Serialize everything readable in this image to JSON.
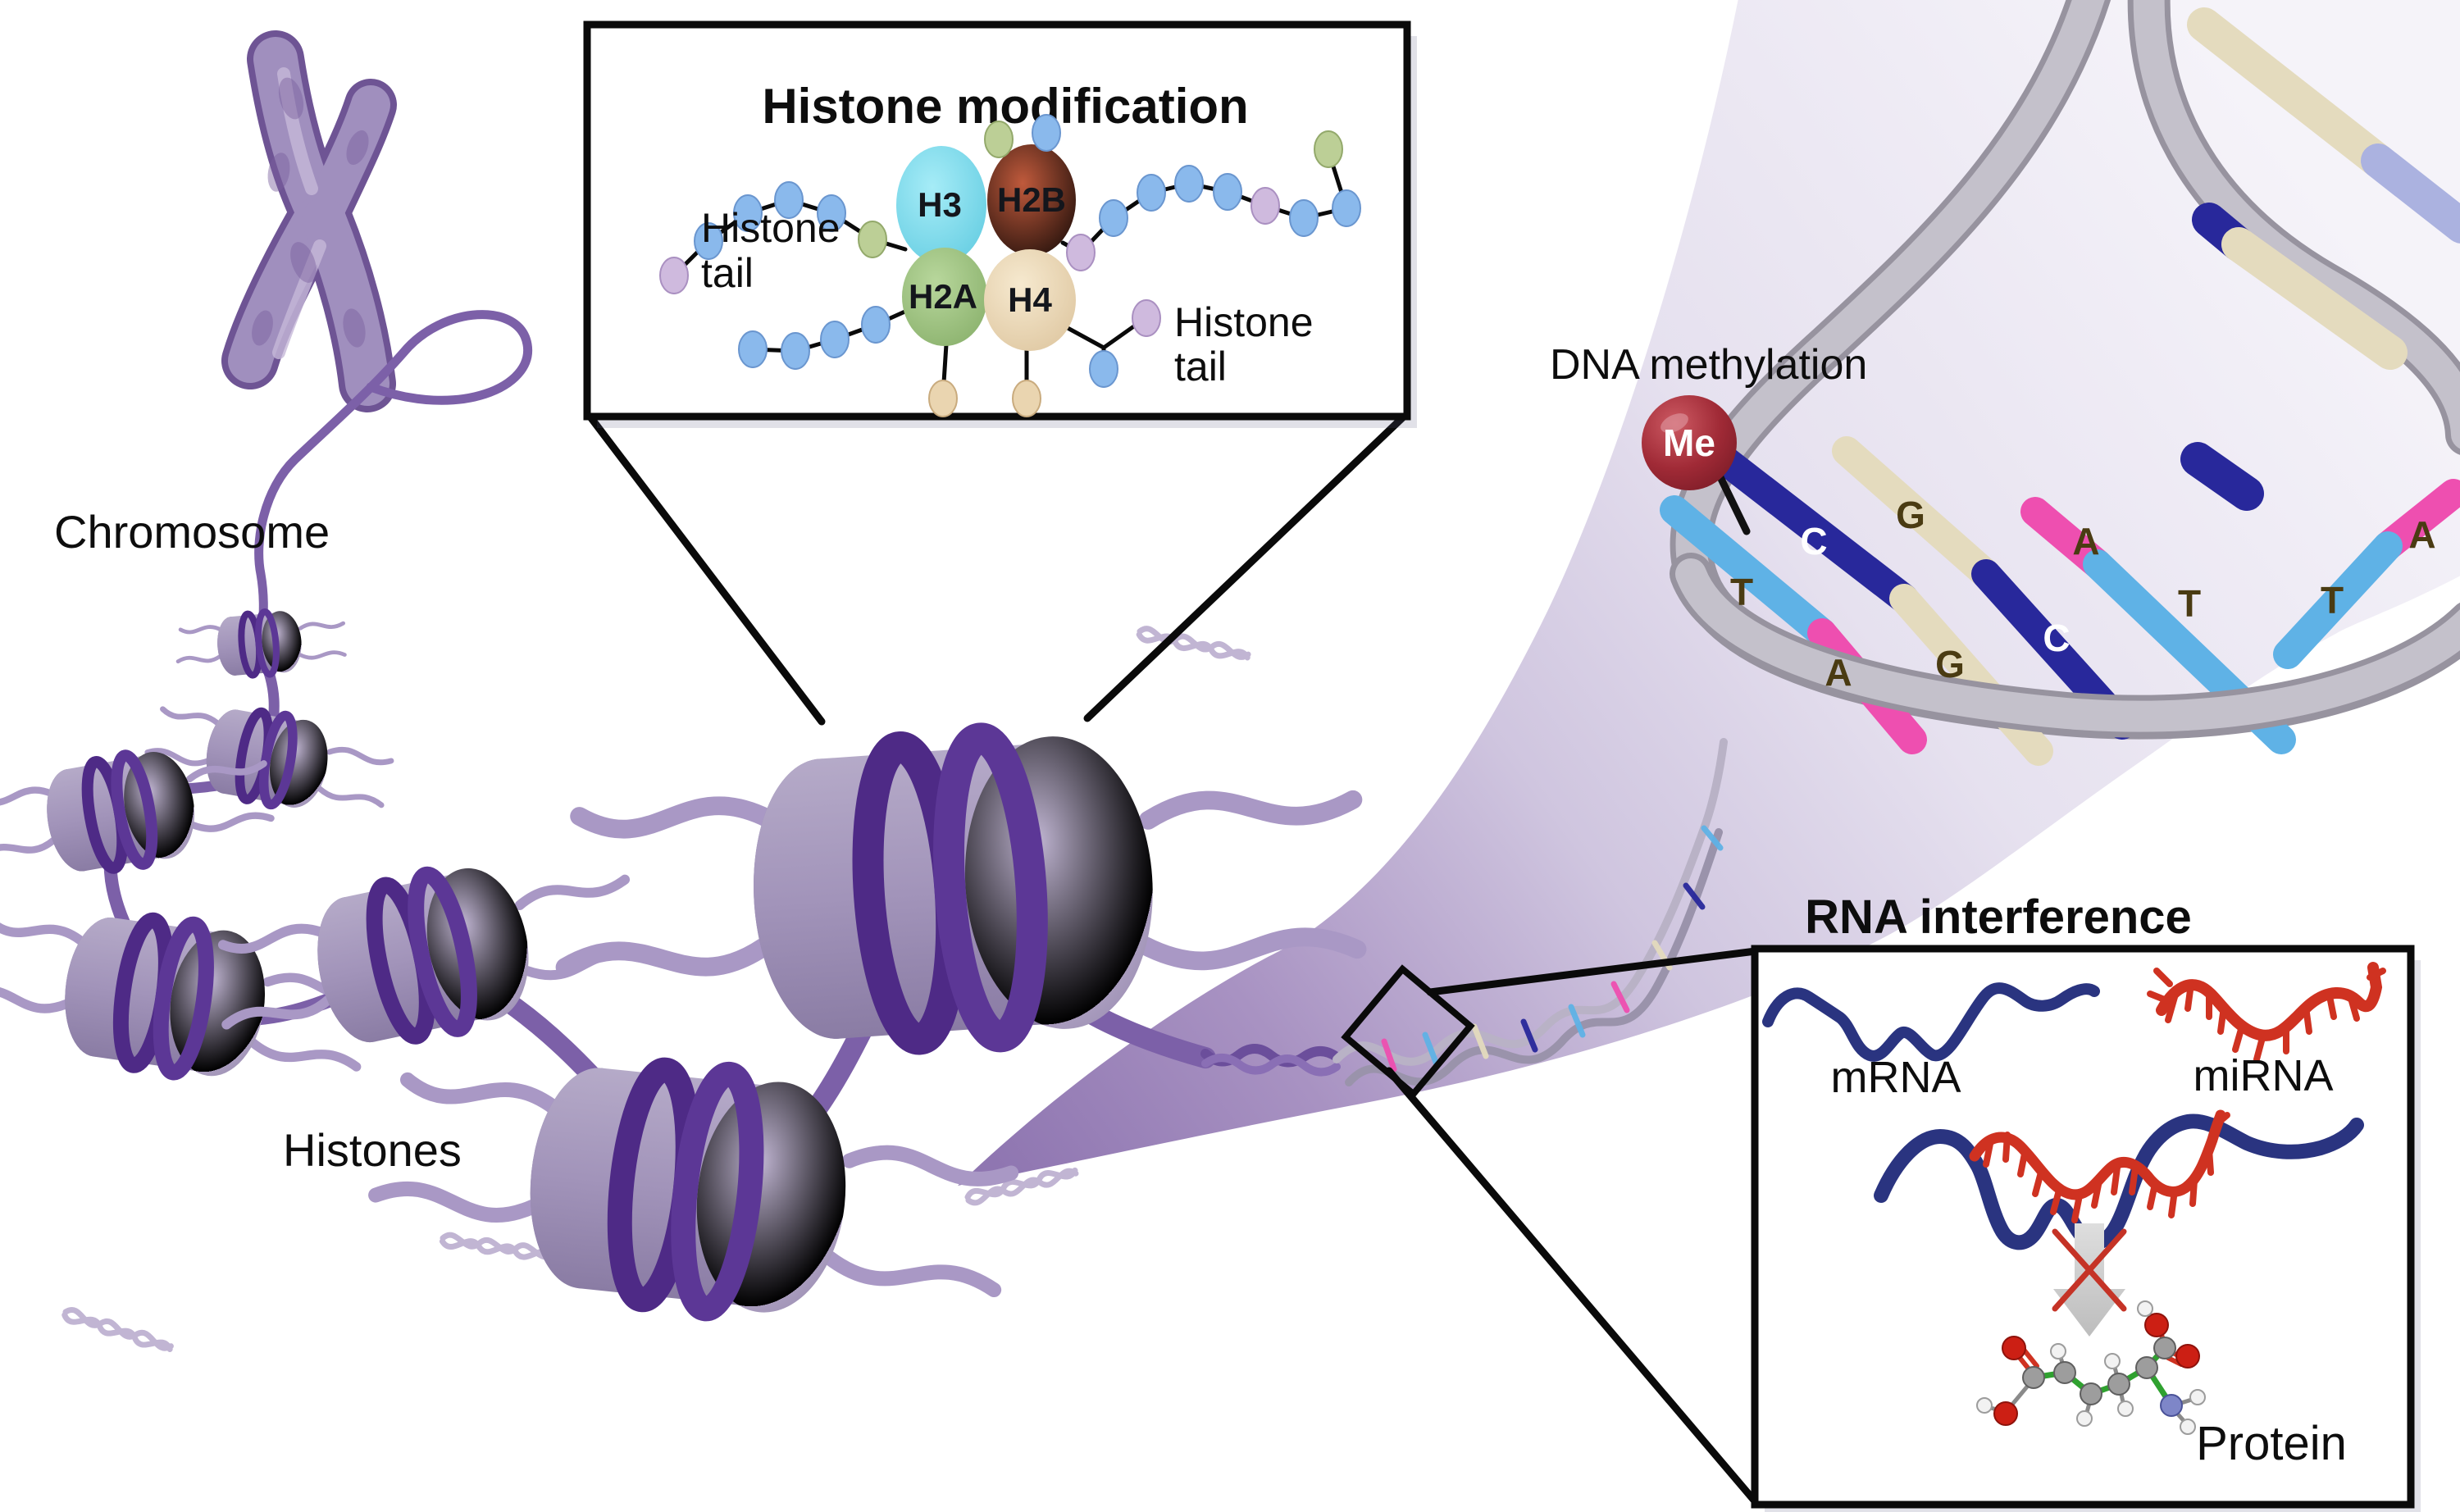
{
  "labels": {
    "chromosome": "Chromosome",
    "histones": "Histones",
    "dna_methylation": "DNA methylation",
    "methyl": "Me"
  },
  "hm_box": {
    "title": "Histone modification",
    "tail_left": {
      "l1": "Histone",
      "l2": "tail"
    },
    "tail_right": {
      "l1": "Histone",
      "l2": "tail"
    },
    "histones": [
      {
        "name": "H3",
        "color": "#7bdcef"
      },
      {
        "name": "H2B",
        "color": "#a8432b"
      },
      {
        "name": "H2A",
        "color": "#9dc77f"
      },
      {
        "name": "H4",
        "color": "#eddabc"
      }
    ]
  },
  "dna": {
    "bases": [
      {
        "char": "T"
      },
      {
        "char": "C"
      },
      {
        "char": "G"
      },
      {
        "char": "A"
      },
      {
        "char": "A"
      },
      {
        "char": "G"
      },
      {
        "char": "C"
      },
      {
        "char": "T"
      },
      {
        "char": "A"
      },
      {
        "char": "T"
      }
    ]
  },
  "rna_box": {
    "title": "RNA interference",
    "mrna": "mRNA",
    "mirna": "miRNA",
    "protein": "Protein"
  },
  "colors": {
    "base_c_navy": "#28289b",
    "base_g_beige": "#e4dbbe",
    "base_t_lightblue": "#5fb2e6",
    "base_a_pink": "#ee4fb0",
    "backbone_gray": "#b9b6c1",
    "chromatin_purple": "#7c60a8",
    "nucleosome_band": "#4e2a86",
    "funnel_purple": "#8f76b1",
    "mrna_navy": "#2a3480",
    "mirna_red": "#cf3221",
    "methyl_red": "#a02a36"
  }
}
